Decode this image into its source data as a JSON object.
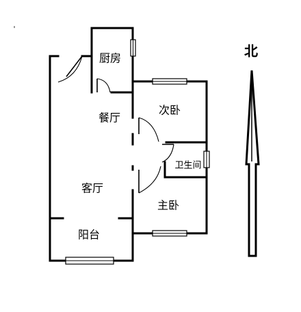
{
  "rooms": {
    "kitchen": "厨房",
    "dining": "餐厅",
    "second_bedroom": "次卧",
    "bathroom": "卫生间",
    "living_room": "客厅",
    "master_bedroom": "主卧",
    "balcony": "阳台"
  },
  "compass": {
    "label": "北",
    "icon": "north-arrow-icon"
  },
  "colors": {
    "wall": "#000000",
    "background": "#ffffff"
  }
}
